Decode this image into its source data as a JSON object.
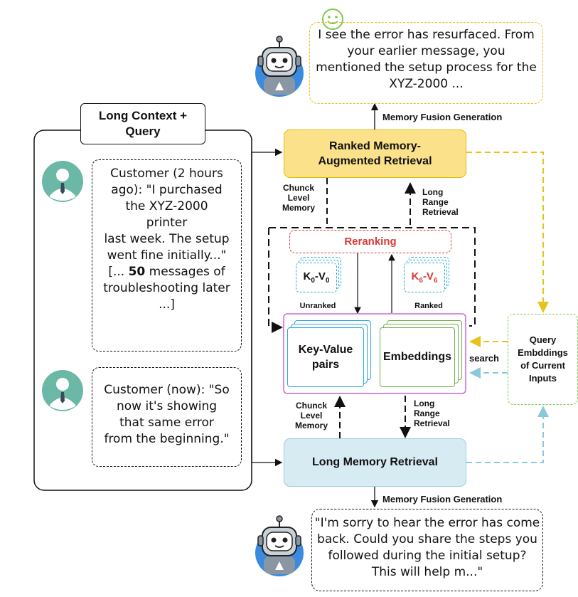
{
  "context_panel": {
    "title_line1": "Long Context +",
    "title_line2": "Query",
    "message1": {
      "line1": "Customer (2 hours",
      "line2": "ago): \"I purchased",
      "line3": "the XYZ-2000",
      "line4": "printer",
      "line5": "last week. The setup",
      "line6": "went fine initially...\"",
      "line7_pre": "[... ",
      "line7_bold": "50",
      "line7_post": " messages of",
      "line8": "troubleshooting later",
      "line9": "...]"
    },
    "message2": {
      "line1": "Customer (now): \"So",
      "line2": "now it's showing",
      "line3": "that same error",
      "line4": "from the beginning.\""
    }
  },
  "top_response": {
    "line1": "I see the error has resurfaced. From",
    "line2": "your earlier message, you",
    "line3": "mentioned the setup process for the",
    "line4": "XYZ-2000 ..."
  },
  "bottom_response": {
    "line1": "\"I'm sorry to hear the error has come",
    "line2": "back. Could you share the steps you",
    "line3": "followed during the initial setup?",
    "line4": "This will help m...\""
  },
  "boxes": {
    "ranked_line1": "Ranked Memory-",
    "ranked_line2": "Augmented Retrieval",
    "long_memory": "Long Memory Retrieval",
    "reranking": "Reranking",
    "kv_line1": "Key-Value",
    "kv_line2": "pairs",
    "embeddings": "Embeddings",
    "query_line1": "Query",
    "query_line2": "Embddings",
    "query_line3": "of Current",
    "query_line4": "Inputs"
  },
  "cache": {
    "k0_main": "K",
    "k0_sub": "0",
    "k0_sep": "-V",
    "k0_sub2": "0",
    "k6_main": "K",
    "k6_sub": "6",
    "k6_sep": "-V",
    "k6_sub2": "6",
    "unranked": "Unranked",
    "ranked": "Ranked"
  },
  "arrow_labels": {
    "fusion_top": "Memory Fusion Generation",
    "fusion_bottom": "Memory Fusion Generation",
    "chunk_top_1": "Chunck",
    "chunk_top_2": "Level",
    "chunk_top_3": "Memory",
    "long_range_top_1": "Long",
    "long_range_top_2": "Range",
    "long_range_top_3": "Retrieval",
    "chunk_bottom_1": "Chunck",
    "chunk_bottom_2": "Level",
    "chunk_bottom_3": "Memory",
    "long_range_bottom_1": "Long",
    "long_range_bottom_2": "Range",
    "long_range_bottom_3": "Retrieval",
    "search": "search"
  },
  "colors": {
    "ranked_fill": "#fbe28a",
    "ranked_border": "#e6b800",
    "long_fill": "#d7ebf2",
    "long_border": "#9fcbe0",
    "purple": "#cc66dd",
    "kv_blue": "#2aa8e0",
    "emb_green": "#6fb04a",
    "rerank_red": "#d83a3a",
    "yellow_arrow": "#e6c21a",
    "blue_arrow": "#8cc8dc",
    "avatar_teal": "#6cb8a6"
  }
}
